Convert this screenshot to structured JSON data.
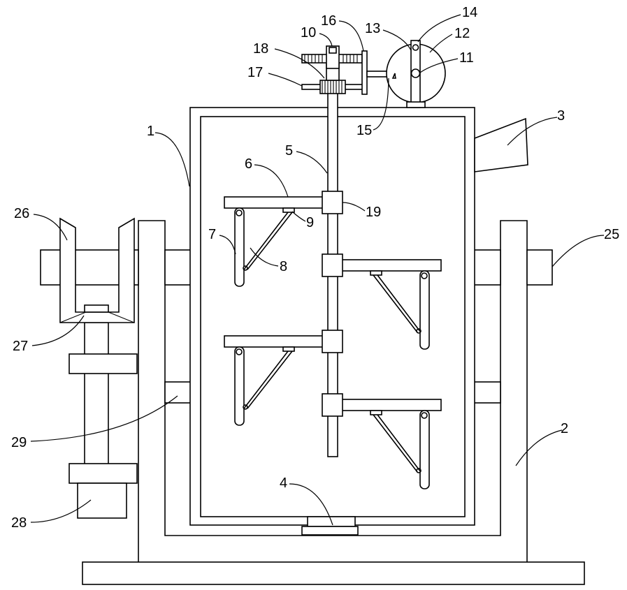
{
  "labels": {
    "l1": "1",
    "l2": "2",
    "l3": "3",
    "l4": "4",
    "l5": "5",
    "l6": "6",
    "l7": "7",
    "l8": "8",
    "l9": "9",
    "l10": "10",
    "l11": "11",
    "l12": "12",
    "l13": "13",
    "l14": "14",
    "l15": "15",
    "l16": "16",
    "l17": "17",
    "l18": "18",
    "l19": "19",
    "l25": "25",
    "l26": "26",
    "l27": "27",
    "l28": "28",
    "l29": "29"
  },
  "colors": {
    "stroke": "#000000",
    "background": "#ffffff"
  }
}
